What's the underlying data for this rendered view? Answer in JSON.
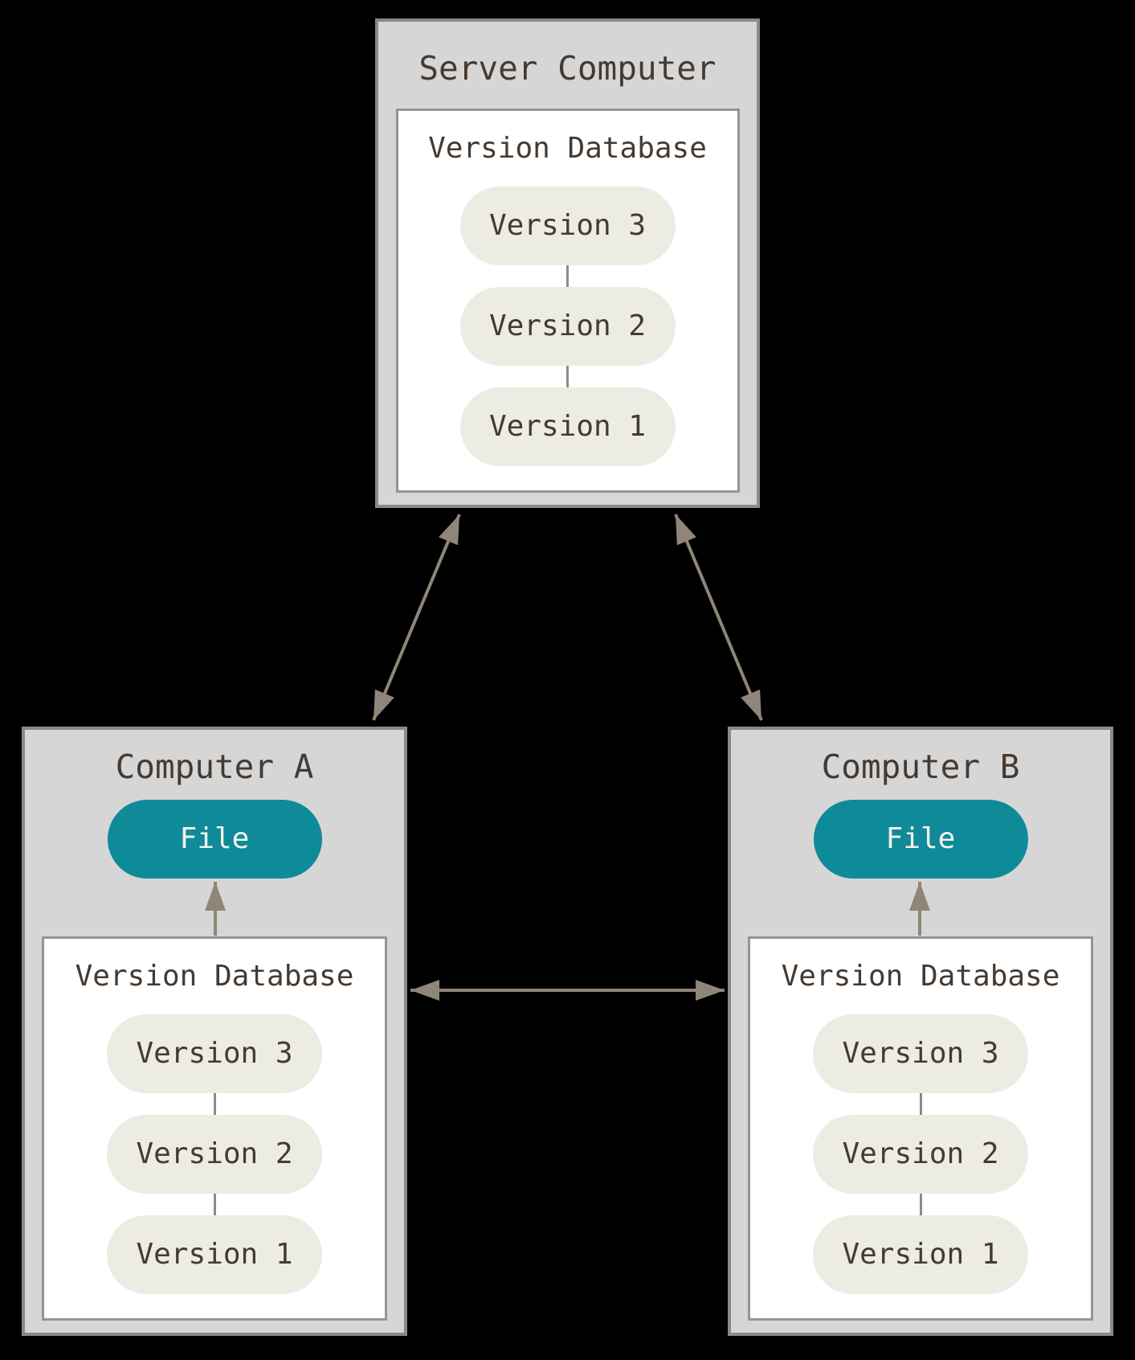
{
  "theme": {
    "colors": {
      "background": "#000000",
      "box_fill": "#D7D6D6",
      "box_border": "#8A8A8A",
      "inner_fill": "#FFFFFF",
      "inner_border": "#949494",
      "pill_fill": "#EDECE3",
      "teal_fill": "#0F8A99",
      "teal_text": "#F4F2EC",
      "text": "#453A31",
      "arrow": "#8F8579",
      "connector": "#918980"
    }
  },
  "nodes": {
    "server": {
      "title": "Server Computer",
      "database": {
        "label": "Version Database",
        "versions": [
          "Version 3",
          "Version 2",
          "Version 1"
        ]
      }
    },
    "computer_a": {
      "title": "Computer A",
      "file_label": "File",
      "database": {
        "label": "Version Database",
        "versions": [
          "Version 3",
          "Version 2",
          "Version 1"
        ]
      }
    },
    "computer_b": {
      "title": "Computer B",
      "file_label": "File",
      "database": {
        "label": "Version Database",
        "versions": [
          "Version 3",
          "Version 2",
          "Version 1"
        ]
      }
    }
  },
  "edges": [
    {
      "from": "server",
      "to": "computer_a",
      "bidirectional": true
    },
    {
      "from": "server",
      "to": "computer_b",
      "bidirectional": true
    },
    {
      "from": "computer_a",
      "to": "computer_b",
      "bidirectional": true
    },
    {
      "from": "computer_a.version_database",
      "to": "computer_a.file",
      "bidirectional": false
    },
    {
      "from": "computer_b.version_database",
      "to": "computer_b.file",
      "bidirectional": false
    }
  ]
}
